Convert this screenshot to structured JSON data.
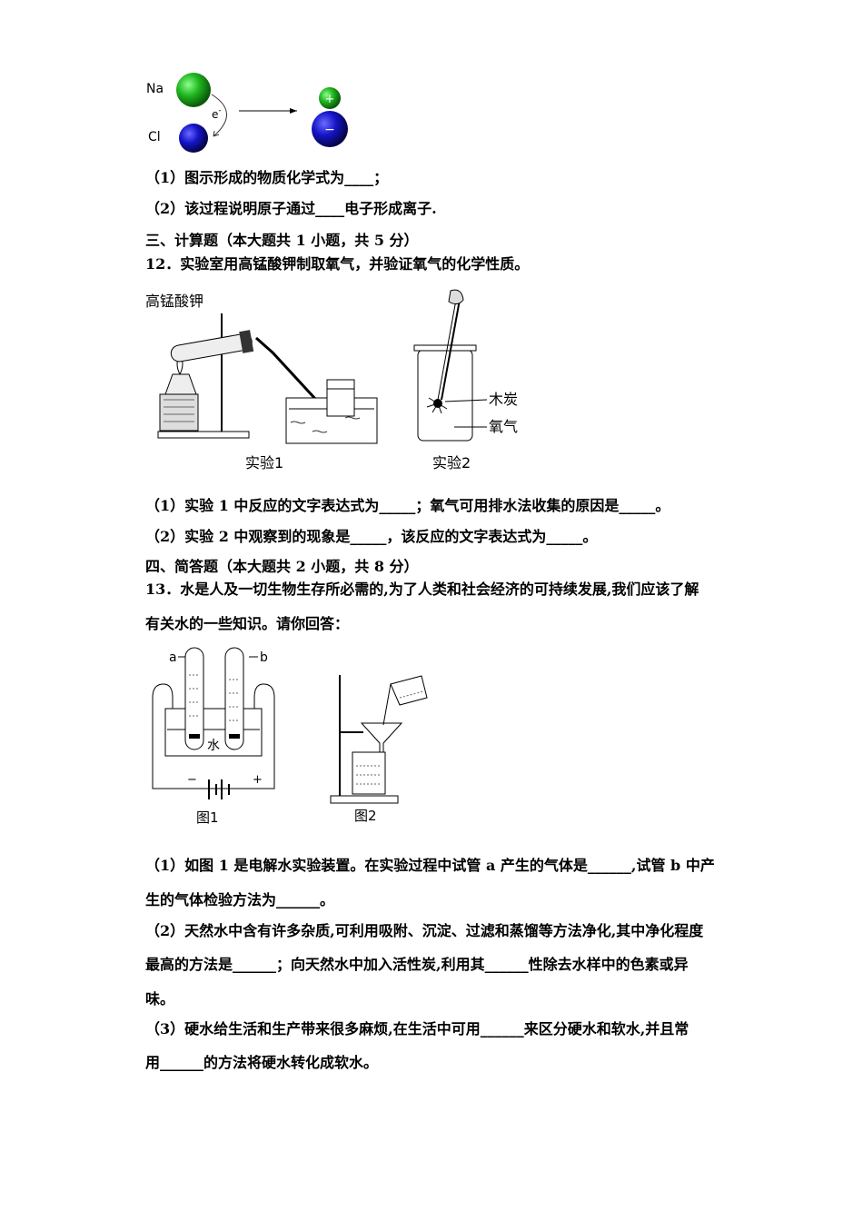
{
  "fig_ions": {
    "na_label": "Na",
    "cl_label": "Cl",
    "electron_label": "e",
    "electron_sup": "-",
    "plus": "+",
    "minus": "−"
  },
  "q11": {
    "p1": "（1）图示形成的物质化学式为____；",
    "p2": "（2）该过程说明原子通过____电子形成离子."
  },
  "section3": "三、计算题（本大题共 1 小题，共 5 分）",
  "q12": {
    "stem": "12．实验室用高锰酸钾制取氧气，并验证氧气的化学性质。",
    "fig_label_kmno4": "高锰酸钾",
    "fig_label_charcoal": "木炭",
    "fig_label_oxygen": "氧气",
    "fig_caption_1": "实验1",
    "fig_caption_2": "实验2",
    "p1": "（1）实验 1 中反应的文字表达式为_____；氧气可用排水法收集的原因是_____。",
    "p2": "（2）实验 2 中观察到的现象是_____，该反应的文字表达式为_____。"
  },
  "section4": "四、简答题（本大题共 2 小题，共 8 分）",
  "q13": {
    "stem_line1": "13．水是人及一切生物生存所必需的,为了人类和社会经济的可持续发展,我们应该了解",
    "stem_line2": "有关水的一些知识。请你回答：",
    "fig1_label_a": "a",
    "fig1_label_b": "b",
    "fig1_label_water": "水",
    "fig1_minus": "−",
    "fig1_plus": "+",
    "fig1_caption": "图1",
    "fig2_caption": "图2",
    "p1_line1": "（1）如图 1 是电解水实验装置。在实验过程中试管 a 产生的气体是______,试管 b 中产",
    "p1_line2": "生的气体检验方法为______。",
    "p2_line1": "（2）天然水中含有许多杂质,可利用吸附、沉淀、过滤和蒸馏等方法净化,其中净化程度",
    "p2_line2": "最高的方法是______；向天然水中加入活性炭,利用其______性除去水样中的色素或异",
    "p2_line3": "味。",
    "p3_line1": "（3）硬水给生活和生产带来很多麻烦,在生活中可用______来区分硬水和软水,并且常",
    "p3_line2": "用______的方法将硬水转化成软水。"
  }
}
